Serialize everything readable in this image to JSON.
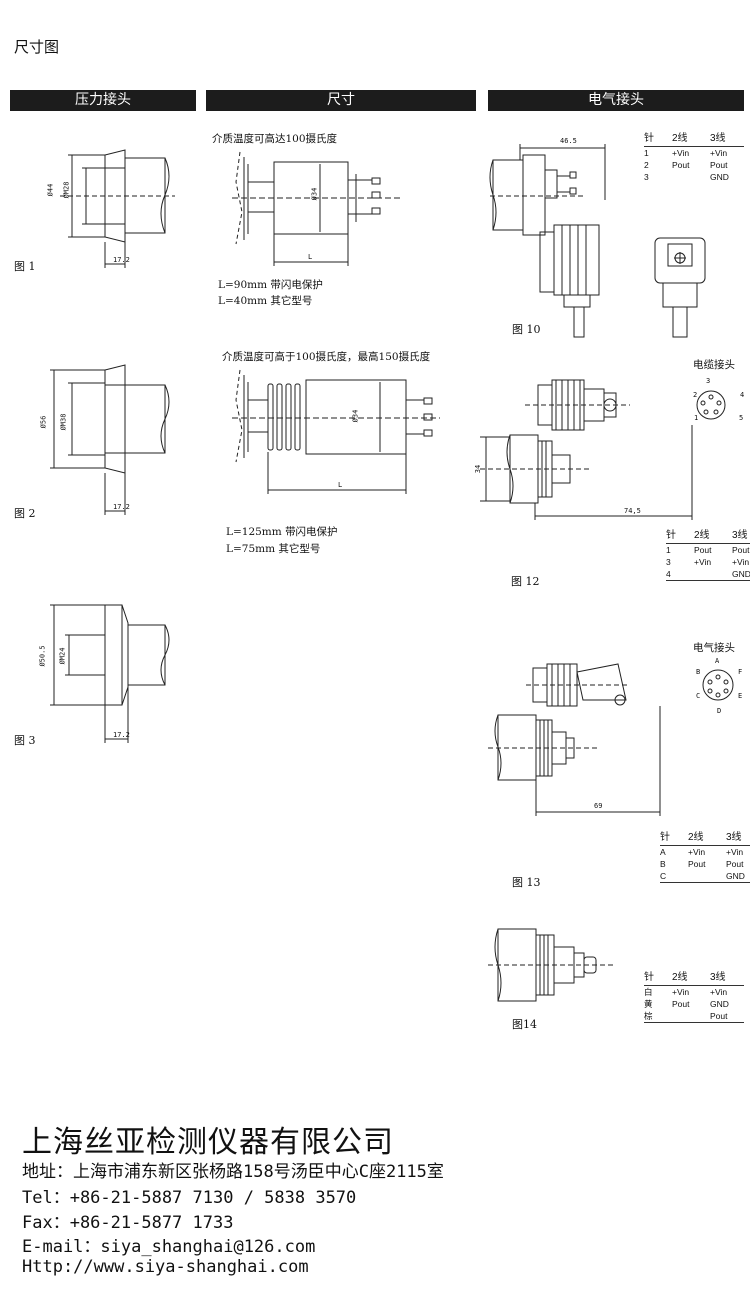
{
  "page_title": "尺寸图",
  "headers": {
    "pressure": "压力接头",
    "dimensions": "尺寸",
    "electrical": "电气接头"
  },
  "figures": {
    "fig1": {
      "label": "图 1",
      "d_outer": "Ø44",
      "d_inner": "ØM28",
      "length": "17.2"
    },
    "fig2": {
      "label": "图 2",
      "d_outer": "Ø56",
      "d_inner": "ØM38",
      "length": "17.2"
    },
    "fig3": {
      "label": "图 3",
      "d_outer": "Ø50.5",
      "d_inner": "ØM24",
      "length": "17.2"
    },
    "fig10": {
      "label": "图 10",
      "width": "46.5"
    },
    "fig12": {
      "label": "图 12",
      "height": "34",
      "length": "74,5"
    },
    "fig13": {
      "label": "图 13",
      "length": "69"
    },
    "fig14": {
      "label": "图14"
    }
  },
  "dimensions": {
    "block1": {
      "note": "介质温度可高达100摄氏度",
      "diameter": "Ø34",
      "length_label": "L",
      "line1": "L=90mm 带闪电保护",
      "line2": "L=40mm 其它型号"
    },
    "block2": {
      "note": "介质温度可高于100摄氏度，最高150摄氏度",
      "diameter": "Ø34",
      "length_label": "L",
      "line1": "L=125mm 带闪电保护",
      "line2": "L=75mm 其它型号"
    }
  },
  "connector_labels": {
    "cable": "电缆接头",
    "cable_pins": [
      "3",
      "2",
      "4",
      "1",
      "5"
    ],
    "electrical": "电气接头",
    "elec_pins": [
      "A",
      "B",
      "F",
      "C",
      "E",
      "D"
    ]
  },
  "pin_tables": {
    "fig10": {
      "header": [
        "针",
        "2线",
        "3线"
      ],
      "rows": [
        [
          "1",
          "+Vin",
          "+Vin"
        ],
        [
          "2",
          "Pout",
          "Pout"
        ],
        [
          "3",
          "",
          "GND"
        ]
      ]
    },
    "fig12": {
      "header": [
        "针",
        "2线",
        "3线"
      ],
      "rows": [
        [
          "1",
          "Pout",
          "Pout"
        ],
        [
          "3",
          "+Vin",
          "+Vin"
        ],
        [
          "4",
          "",
          "GND"
        ]
      ]
    },
    "fig13": {
      "header": [
        "针",
        "2线",
        "3线"
      ],
      "rows": [
        [
          "A",
          "+Vin",
          "+Vin"
        ],
        [
          "B",
          "Pout",
          "Pout"
        ],
        [
          "C",
          "",
          "GND"
        ]
      ]
    },
    "fig14": {
      "header": [
        "针",
        "2线",
        "3线"
      ],
      "rows": [
        [
          "白",
          "+Vin",
          "+Vin"
        ],
        [
          "黄",
          "Pout",
          "GND"
        ],
        [
          "棕",
          "",
          "Pout"
        ]
      ]
    }
  },
  "company": {
    "name": "上海丝亚检测仪器有限公司",
    "address": "地址：上海市浦东新区张杨路158号汤臣中心C座2115室",
    "tel": "Tel：+86-21-5887 7130 / 5838 3570",
    "fax": "Fax：+86-21-5877 1733",
    "email": "E-mail：siya_shanghai@126.com",
    "web": "Http://www.siya-shanghai.com"
  }
}
